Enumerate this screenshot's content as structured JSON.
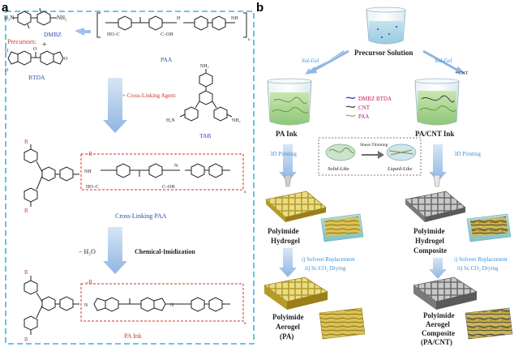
{
  "panel_a": {
    "letter": "a",
    "monomer_1": "DMBZ",
    "precursors_label": "Precursors:",
    "plus": "+",
    "monomer_2": "BTDA",
    "intermediate": "PAA",
    "crosslink_label": "+ Cross-Linking Agent:",
    "crosslinker": "TAB",
    "crosslinked_product": "Cross-Linking PAA",
    "imidization_byproduct": "− H₂O",
    "imidization_step": "Chemical-Imidization",
    "final_product": "PA Ink"
  },
  "panel_b": {
    "letter": "b",
    "start": "Precursor Solution",
    "route_left": "Sol-Gel",
    "route_right": "Sol-Gel",
    "route_right_additive": "+CNT",
    "legend": [
      {
        "label": "DMBZ  BTDA",
        "color": "#2b3fa0"
      },
      {
        "label": "CNT",
        "color": "#444444"
      },
      {
        "label": "PAA",
        "color": "#8fb63c"
      }
    ],
    "ink_left": "PA Ink",
    "ink_right": "PA/CNT Ink",
    "printing_left": "3D Printing",
    "printing_right": "3D Printing",
    "shear": {
      "title": "Shear-Thinning",
      "left_state": "Solid-Like",
      "right_state": "Liquid-Like"
    },
    "hydrogel_left": [
      "Polyimide",
      "Hydrogel"
    ],
    "hydrogel_right": [
      "Polyimide",
      "Hydrogel",
      "Composite"
    ],
    "steps_left": [
      "i) Solvent Replacement",
      "ii) Sc.CO₂ Drying"
    ],
    "steps_right": [
      "i) Solvent Replacement",
      "ii) Sc.CO₂ Drying"
    ],
    "aerogel_left": [
      "Polyimide",
      "Aerogel",
      "(PA)"
    ],
    "aerogel_right": [
      "Polyimide",
      "Aerogel",
      "Composite",
      "(PA/CNT)"
    ]
  }
}
